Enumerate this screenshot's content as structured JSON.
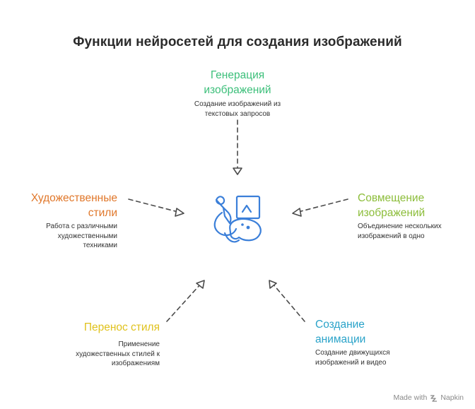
{
  "title": "Функции нейросетей для создания изображений",
  "nodes": {
    "generation": {
      "title_line1": "Генерация",
      "title_line2": "изображений",
      "desc_line1": "Создание изображений из",
      "desc_line2": "текстовых запросов",
      "color": "#3cbf7a"
    },
    "styles": {
      "title_line1": "Художественные",
      "title_line2": "стили",
      "desc_line1": "Работа с различными",
      "desc_line2": "художественными",
      "desc_line3": "техниками",
      "color": "#e0772a"
    },
    "combining": {
      "title_line1": "Совмещение",
      "title_line2": "изображений",
      "desc_line1": "Объединение нескольких",
      "desc_line2": "изображений в одно",
      "color": "#8cbd3a"
    },
    "transfer": {
      "title_line1": "Перенос стиля",
      "desc_line1": "Применение",
      "desc_line2": "художественных стилей к",
      "desc_line3": "изображениям",
      "color": "#e0c21d"
    },
    "animation": {
      "title_line1": "Создание",
      "title_line2": "анимации",
      "desc_line1": "Создание движущихся",
      "desc_line2": "изображений и видео",
      "color": "#2aa3c9"
    }
  },
  "center_icon": "paintbrush-and-image-icon",
  "center_icon_color": "#3b7fd9",
  "watermark": {
    "prefix": "Made with",
    "brand": "Napkin",
    "icon": "napkin-logo-icon"
  }
}
